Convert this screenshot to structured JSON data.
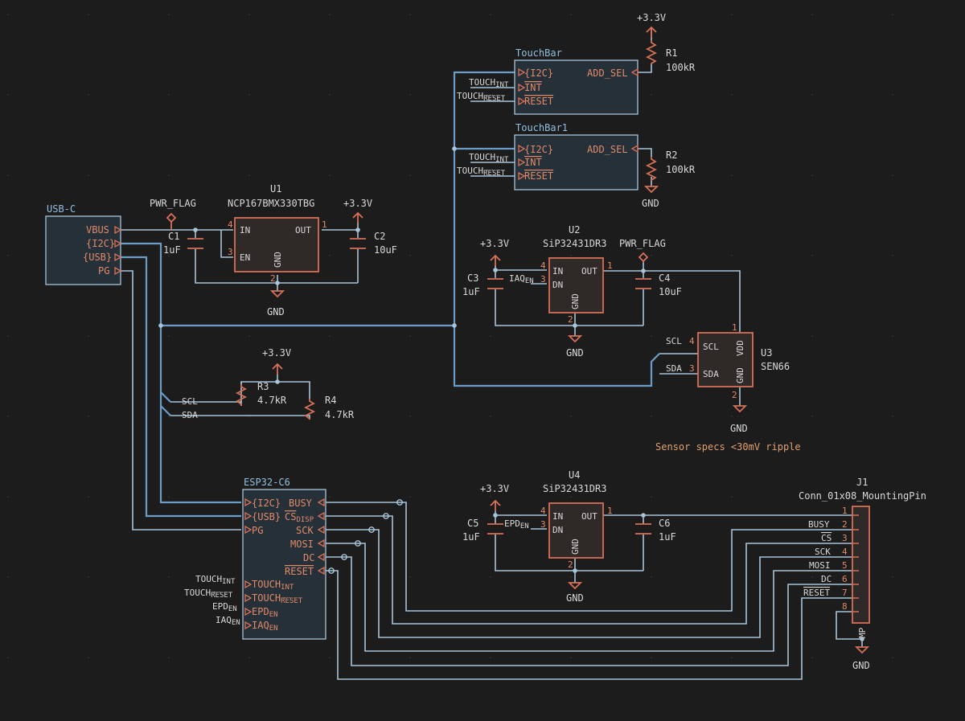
{
  "usb": {
    "title": "USB-C",
    "ports": [
      "VBUS",
      "{I2C}",
      "{USB}",
      "PG"
    ]
  },
  "u1": {
    "ref": "U1",
    "value": "NCP167BMX330TBG",
    "pins": {
      "in": "IN",
      "en": "EN",
      "out": "OUT",
      "gnd": "GND"
    },
    "pin_numbers": {
      "in": "4",
      "en": "3",
      "out": "1",
      "gnd": "2"
    }
  },
  "c1": {
    "ref": "C1",
    "value": "1uF"
  },
  "c2": {
    "ref": "C2",
    "value": "10uF"
  },
  "pwr_flag_1": "PWR_FLAG",
  "pwr_flag_2": "PWR_FLAG",
  "vcc_labels": {
    "u1": "+3.3V",
    "r1": "+3.3V",
    "u2": "+3.3V",
    "r3": "+3.3V",
    "u4": "+3.3V"
  },
  "gnd_labels": {
    "u1": "GND",
    "r2": "GND",
    "u2": "GND",
    "u3": "GND",
    "u4": "GND",
    "j1": "GND"
  },
  "touchbar": {
    "title": "TouchBar",
    "ports": [
      "{I2C}",
      "INT",
      "RESET",
      "ADD_SEL"
    ],
    "net_touch_int": "TOUCH",
    "net_touch_int_sub": "INT",
    "net_touch_reset": "TOUCH",
    "net_touch_reset_sub": "RESET"
  },
  "touchbar1": {
    "title": "TouchBar1",
    "ports": [
      "{I2C}",
      "INT",
      "RESET",
      "ADD_SEL"
    ],
    "net_touch_int": "TOUCH",
    "net_touch_int_sub": "INT",
    "net_touch_reset": "TOUCH",
    "net_touch_reset_sub": "RESET"
  },
  "r1": {
    "ref": "R1",
    "value": "100kR"
  },
  "r2": {
    "ref": "R2",
    "value": "100kR"
  },
  "u2": {
    "ref": "U2",
    "value": "SiP32431DR3",
    "pins": {
      "in": "IN",
      "dn": "DN",
      "out": "OUT",
      "gnd": "GND"
    },
    "pin_numbers": {
      "in": "4",
      "dn": "3",
      "out": "1",
      "gnd": "2"
    },
    "net_en": "IAQ",
    "net_en_sub": "EN"
  },
  "c3": {
    "ref": "C3",
    "value": "1uF"
  },
  "c4": {
    "ref": "C4",
    "value": "10uF"
  },
  "u3": {
    "ref": "U3",
    "value": "SEN66",
    "pins": {
      "scl": "SCL",
      "sda": "SDA",
      "vdd": "VDD",
      "gnd": "GND"
    },
    "pin_numbers": {
      "scl": "4",
      "sda": "3",
      "vdd": "1",
      "gnd": "2"
    },
    "net_scl": "SCL",
    "net_sda": "SDA"
  },
  "note": "Sensor specs <30mV ripple",
  "r3": {
    "ref": "R3",
    "value": "4.7kR"
  },
  "r4": {
    "ref": "R4",
    "value": "4.7kR"
  },
  "i2c_nets": {
    "scl": "SCL",
    "sda": "SDA"
  },
  "esp": {
    "title": "ESP32-C6",
    "left_ports": [
      "{I2C}",
      "{USB}",
      "PG"
    ],
    "right_ports": [
      "BUSY",
      "CS",
      "SCK",
      "MOSI",
      "DC",
      "RESET"
    ],
    "right_port_cs_sub": "DISP",
    "left_pins": [
      {
        "main": "TOUCH",
        "sub": "INT"
      },
      {
        "main": "TOUCH",
        "sub": "RESET"
      },
      {
        "main": "EPD",
        "sub": "EN"
      },
      {
        "main": "IAQ",
        "sub": "EN"
      }
    ],
    "left_nets": [
      {
        "main": "TOUCH",
        "sub": "INT"
      },
      {
        "main": "TOUCH",
        "sub": "RESET"
      },
      {
        "main": "EPD",
        "sub": "EN"
      },
      {
        "main": "IAQ",
        "sub": "EN"
      }
    ]
  },
  "u4": {
    "ref": "U4",
    "value": "SiP32431DR3",
    "pins": {
      "in": "IN",
      "dn": "DN",
      "out": "OUT",
      "gnd": "GND"
    },
    "pin_numbers": {
      "in": "4",
      "dn": "3",
      "out": "1",
      "gnd": "2"
    },
    "net_en": "EPD",
    "net_en_sub": "EN"
  },
  "c5": {
    "ref": "C5",
    "value": "1uF"
  },
  "c6": {
    "ref": "C6",
    "value": "1uF"
  },
  "j1": {
    "ref": "J1",
    "value": "Conn_01x08_MountingPin",
    "pin_numbers": [
      "1",
      "2",
      "3",
      "4",
      "5",
      "6",
      "7",
      "8"
    ],
    "nets": [
      "BUSY",
      "CS",
      "SCK",
      "MOSI",
      "DC",
      "RESET"
    ],
    "mp": "MP"
  }
}
